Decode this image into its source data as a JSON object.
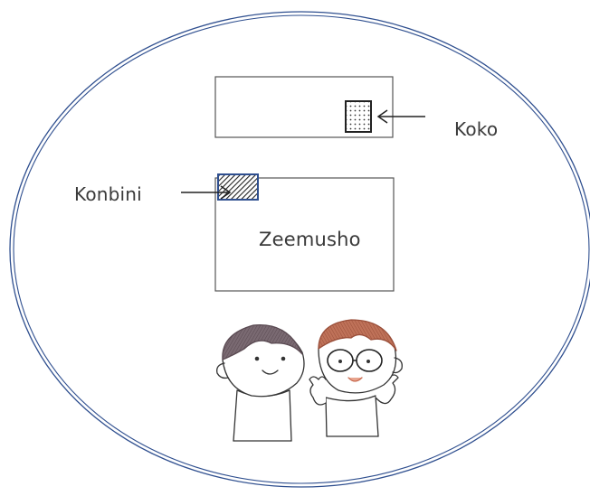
{
  "labels": {
    "koko": "Koko",
    "konbini": "Konbini",
    "zeemusho": "Zeemusho"
  },
  "colors": {
    "ellipse_stroke": "#2f4f8f",
    "box_stroke": "#555555",
    "konbini_stroke": "#2f4f8f",
    "ink": "#333333",
    "hair_left": "#6b5a63",
    "hair_right": "#b0644a",
    "face_right": "#c96a4f"
  },
  "icons": {
    "koko_marker": "dotted-square-icon",
    "konbini_marker": "hatched-square-icon",
    "people": "two-people-illustration"
  }
}
